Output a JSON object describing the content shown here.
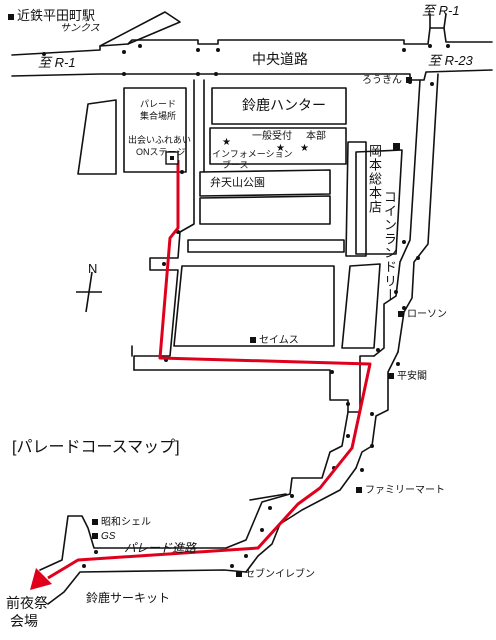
{
  "stations": {
    "kintetsu": "近鉄平田町駅",
    "sanks": "サンクス"
  },
  "roads": {
    "to_r1_west": "至 R-1",
    "to_r1_north": "至 R-1",
    "to_r23": "至 R-23",
    "chuo": "中央道路",
    "parade_road": "パレード進路",
    "circuit": "鈴鹿サーキット"
  },
  "venues": {
    "assembly_line1": "パレード",
    "assembly_line2": "集合場所",
    "stage_line1": "出会いふれあい",
    "stage_line2": "ONステージ",
    "hunter": "鈴鹿ハンター",
    "reception_general": "一般受付",
    "reception_hq": "本部",
    "info_booth_line1": "インフォメーション",
    "info_booth_line2": "ブース",
    "benten_park": "弁天山公園",
    "okamoto": "岡本総本店",
    "coin_laundry": "コインランドリー",
    "zemus": "セイムス",
    "eve_line1": "前夜祭",
    "eve_line2": "会場"
  },
  "shops": {
    "rouken": "ろうきん",
    "lawson": "ローソン",
    "heiankaku": "平安閣",
    "familymart": "ファミリーマート",
    "seven_eleven": "セブンイレブン",
    "showa_shell": "昭和シェル",
    "gs": "GS"
  },
  "map_title": "[パレードコースマップ]",
  "compass": {
    "north": "N"
  },
  "colors": {
    "route": "#e0001b",
    "ink": "#111111"
  }
}
